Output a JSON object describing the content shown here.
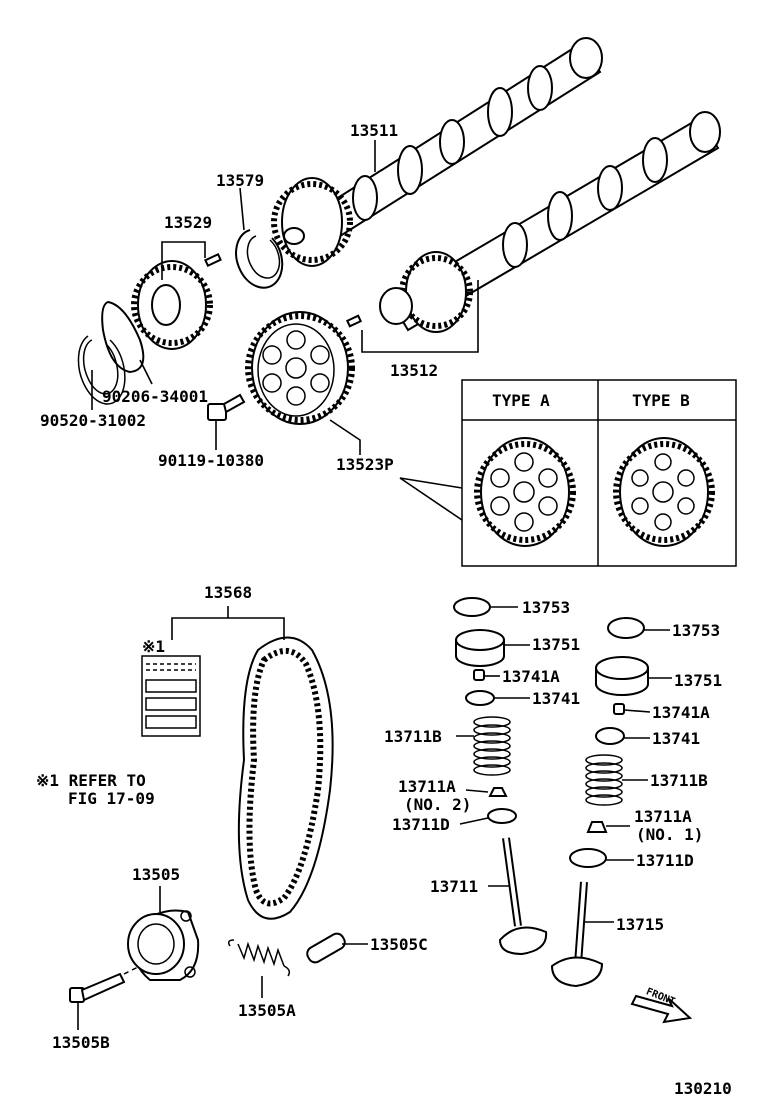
{
  "labels": {
    "p13511": "13511",
    "p13579": "13579",
    "p13529": "13529",
    "p13512": "13512",
    "p90206": "90206-34001",
    "p90520": "90520-31002",
    "p90119": "90119-10380",
    "p13523P": "13523P",
    "typeA": "TYPE A",
    "typeB": "TYPE B",
    "p13568": "13568",
    "ref_mark": "※1",
    "ref_line1": "※1 REFER TO",
    "ref_line2": "FIG 17-09",
    "p13753_l": "13753",
    "p13751_l": "13751",
    "p13741A_l": "13741A",
    "p13741_l": "13741",
    "p13711B_l": "13711B",
    "p13711A_l": "13711A",
    "no2": "(NO. 2)",
    "p13711D_l": "13711D",
    "p13711": "13711",
    "p13753_r": "13753",
    "p13751_r": "13751",
    "p13741A_r": "13741A",
    "p13741_r": "13741",
    "p13711B_r": "13711B",
    "p13711A_r": "13711A",
    "no1": "(NO. 1)",
    "p13711D_r": "13711D",
    "p13715": "13715",
    "p13505": "13505",
    "p13505C": "13505C",
    "p13505A": "13505A",
    "p13505B": "13505B",
    "front": "FRONT",
    "fig_no": "130210"
  }
}
